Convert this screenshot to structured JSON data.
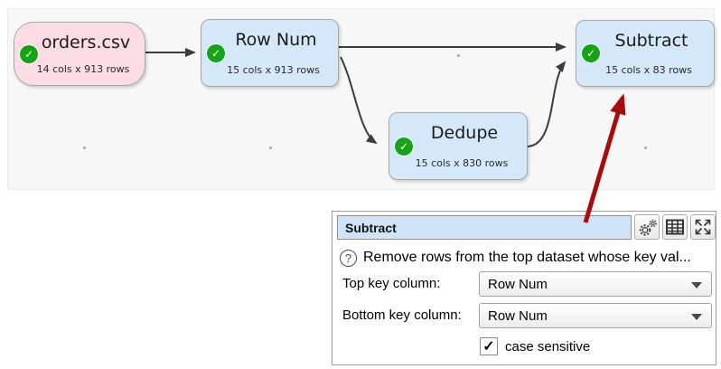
{
  "canvas": {
    "nodes": [
      {
        "title": "orders.csv",
        "subtitle": "14 cols x 913 rows",
        "kind": "input-file"
      },
      {
        "title": "Row Num",
        "subtitle": "15 cols x 913 rows",
        "kind": "transform"
      },
      {
        "title": "Dedupe",
        "subtitle": "15 cols x 830 rows",
        "kind": "transform"
      },
      {
        "title": "Subtract",
        "subtitle": "15 cols x 83 rows",
        "kind": "transform"
      }
    ]
  },
  "panel": {
    "title_value": "Subtract",
    "toolbar": [
      {
        "icon": "gears-settings"
      },
      {
        "icon": "table-view"
      },
      {
        "icon": "expand-fullscreen"
      }
    ],
    "description": "Remove rows from the top dataset whose key val...",
    "fields": [
      {
        "label": "Top key column:",
        "value": "Row Num"
      },
      {
        "label": "Bottom key column:",
        "value": "Row Num"
      }
    ],
    "checkbox": {
      "label": "case sensitive",
      "checked": true
    }
  },
  "icons": {
    "check": "✓",
    "help": "?"
  },
  "colors": {
    "canvas_bg": "#f7f7f7",
    "node_input_bg": "#fbdbe4",
    "node_transform_bg": "#d5e8fa",
    "status_ok_green": "#17a317",
    "connection_line": "#3c3c3c",
    "annotation_arrow_red": "#a90b0b",
    "panel_title_bg": "#cfe4f8"
  }
}
